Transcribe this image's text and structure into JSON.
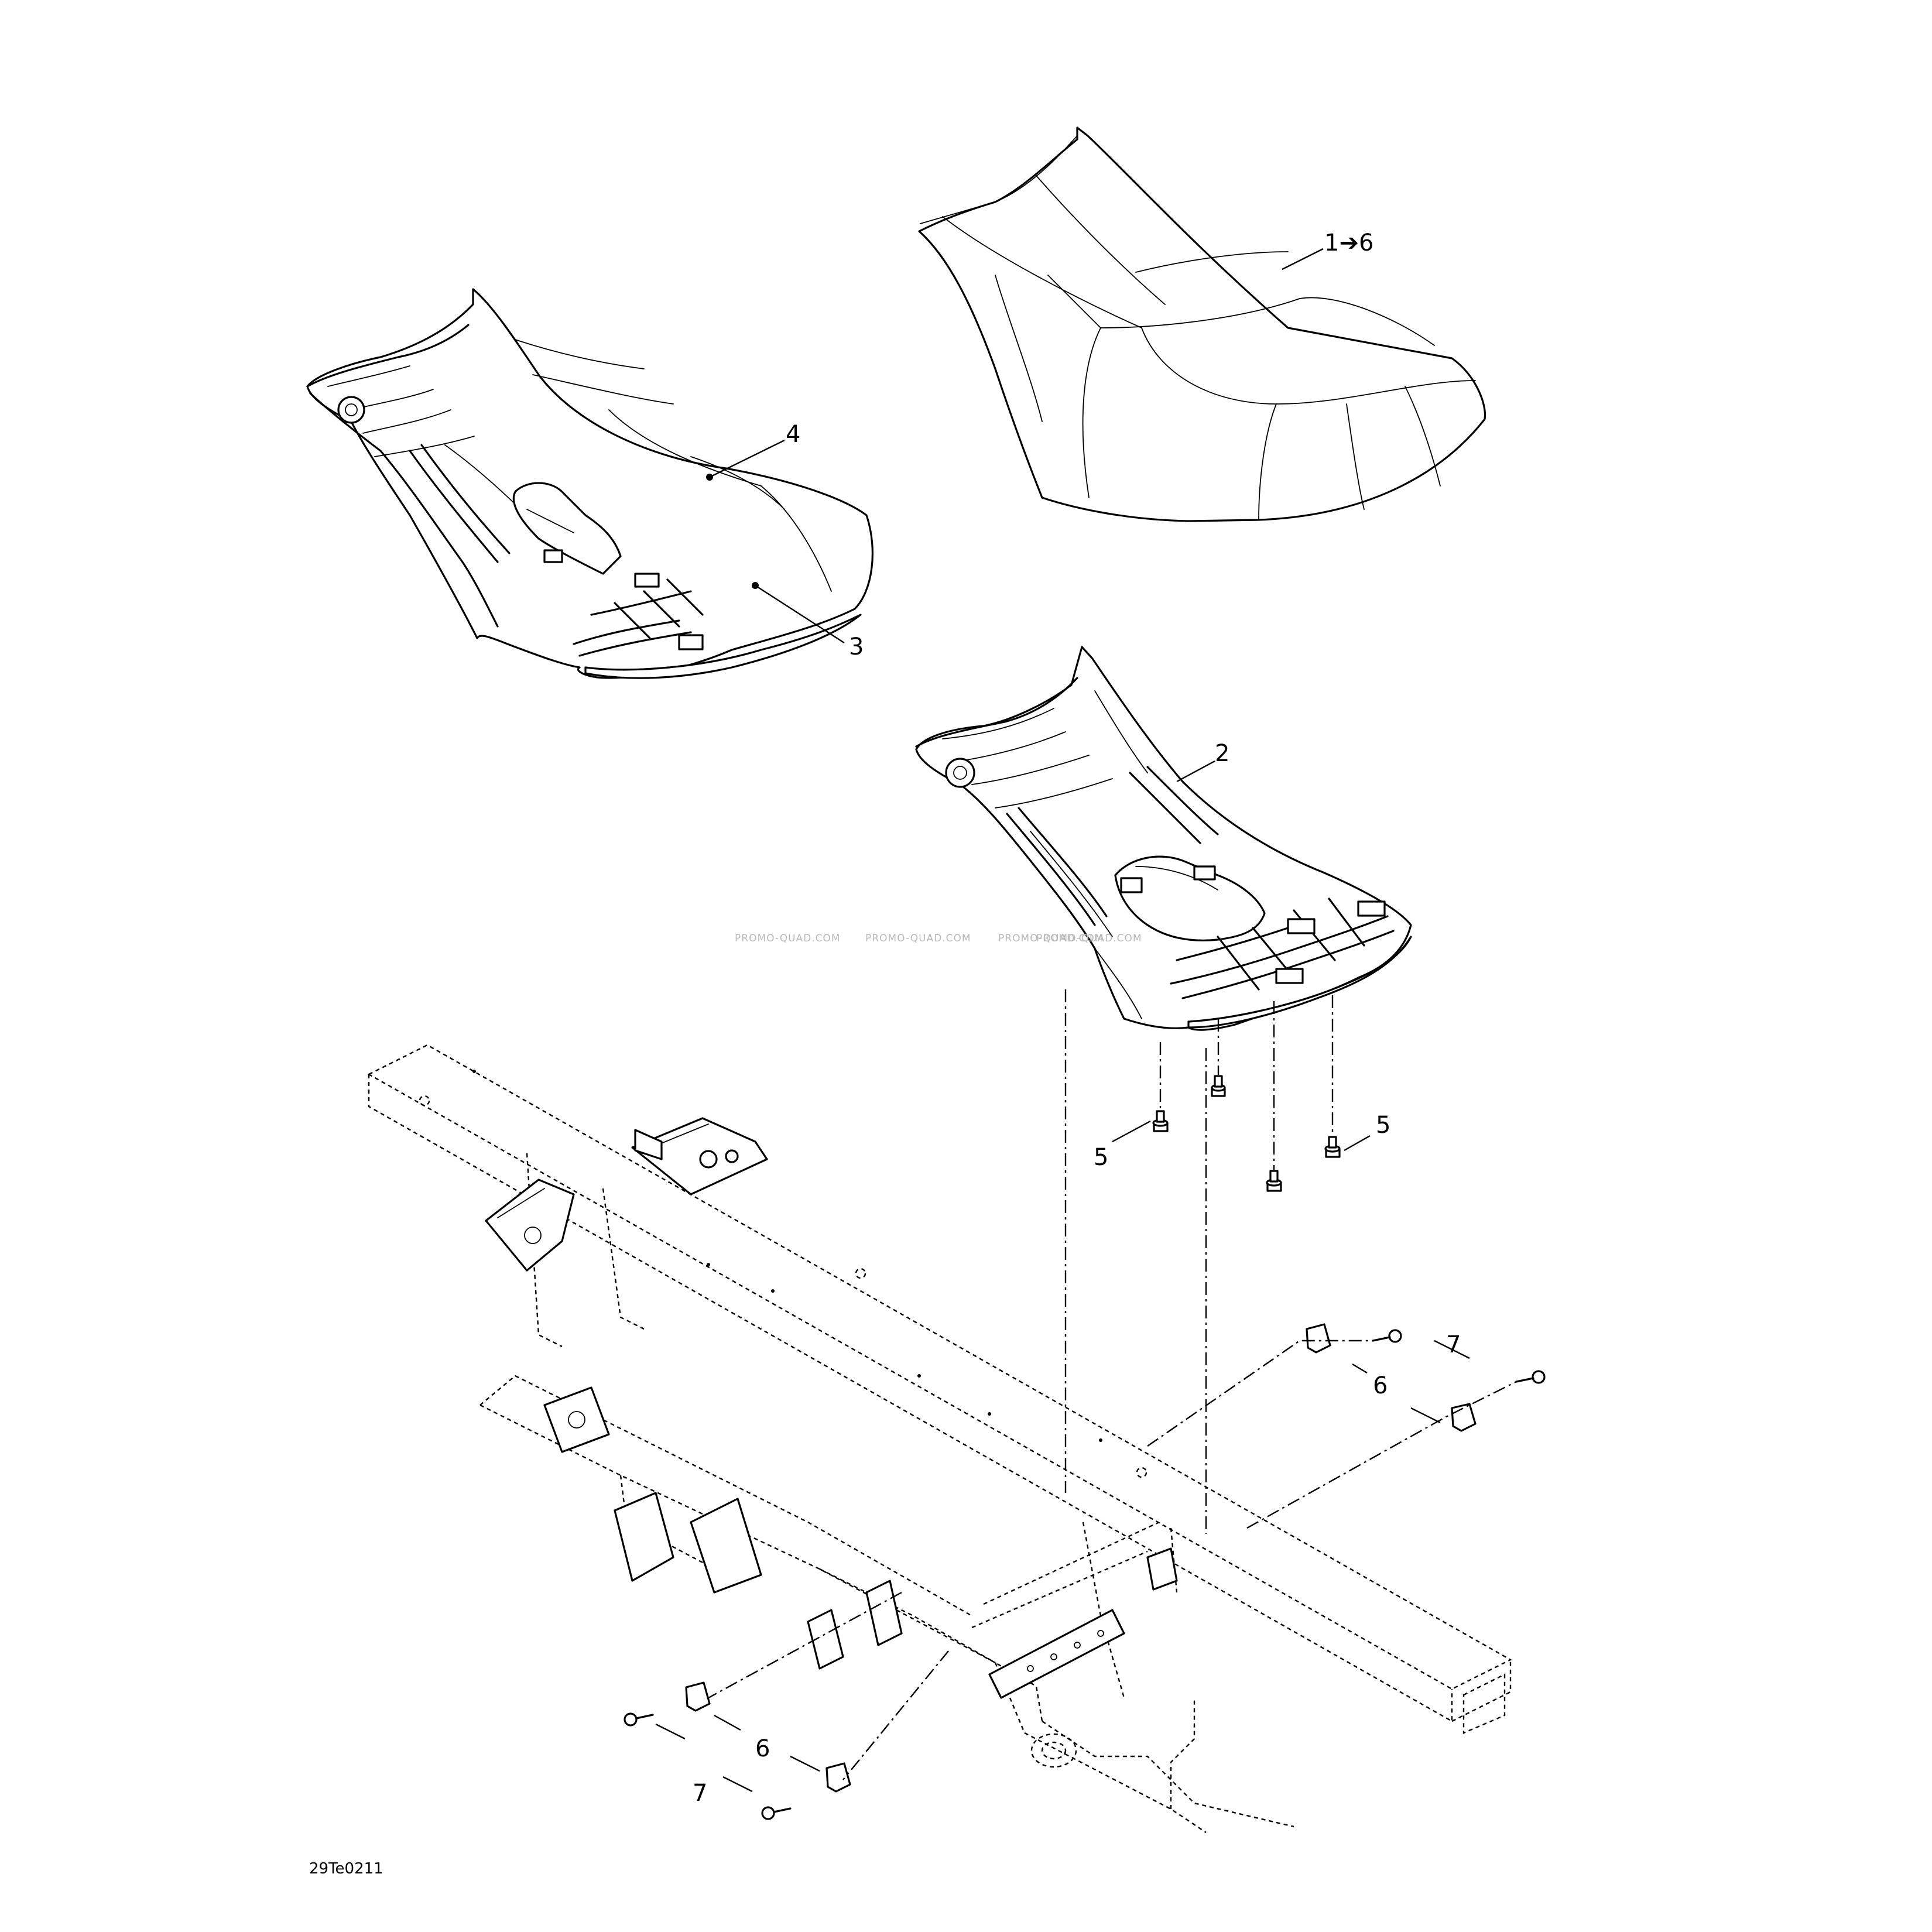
{
  "figure": {
    "drawing_code": "29Te0211",
    "watermark": [
      "PROMO-QUAD.COM",
      "PROMO-QUAD.COM",
      "PROMO-QUAD.COM",
      "PROMO-QUAD.COM"
    ]
  },
  "callouts": {
    "seat_assembly": "1➔6",
    "seat_base": "2",
    "latch": "3",
    "cover": "4",
    "bumper_left": "5",
    "bumper_right": "5",
    "bracket_right": "6",
    "bracket_left": "6",
    "screw_right": "7",
    "screw_left": "7"
  }
}
